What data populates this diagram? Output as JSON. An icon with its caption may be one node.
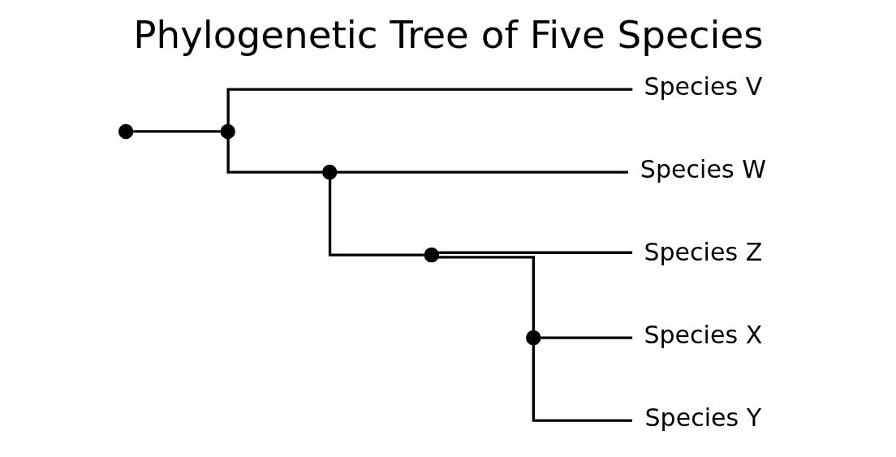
{
  "diagram": {
    "title": "Phylogenetic Tree of Five Species",
    "nodes": [
      {
        "text": [],
        "shape": "circle"
      },
      {
        "text": [],
        "shape": "circle"
      },
      {
        "text": [
          "Species V"
        ]
      },
      {
        "text": [],
        "shape": "circle"
      },
      {
        "text": [
          "Species W"
        ]
      },
      {
        "text": [],
        "shape": "circle"
      },
      {
        "text": [
          "Species Z"
        ]
      },
      {
        "text": [],
        "shape": "circle"
      },
      {
        "text": [
          "Species X"
        ]
      },
      {
        "text": [
          "Species Y"
        ]
      }
    ],
    "edges": [
      {
        "from": 0,
        "to": 1,
        "arrow": "none"
      },
      {
        "from": 1,
        "to": 2,
        "arrow": "none"
      },
      {
        "from": 1,
        "to": 3,
        "arrow": "none"
      },
      {
        "from": 3,
        "to": 4,
        "arrow": "none"
      },
      {
        "from": 3,
        "to": 5,
        "arrow": "none"
      },
      {
        "from": 5,
        "to": 6,
        "arrow": "none"
      },
      {
        "from": 5,
        "to": 7,
        "arrow": "none"
      },
      {
        "from": 7,
        "to": 8,
        "arrow": "none"
      },
      {
        "from": 7,
        "to": 9,
        "arrow": "none"
      }
    ]
  }
}
